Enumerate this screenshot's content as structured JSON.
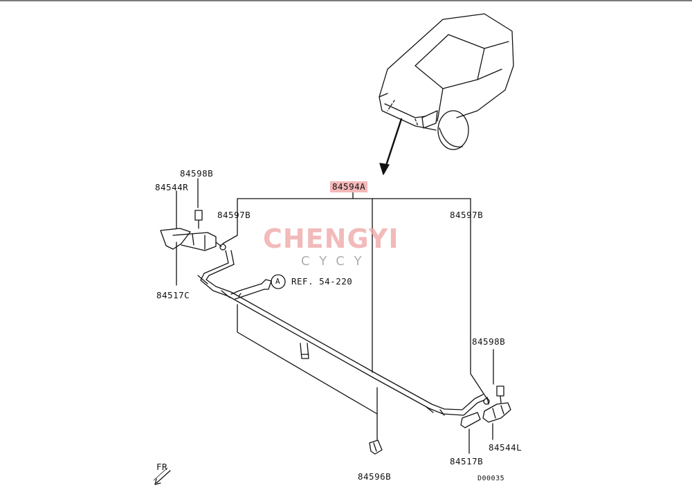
{
  "parts": {
    "p84594A": "84594A",
    "p84598B_left": "84598B",
    "p84544R": "84544R",
    "p84597B_left": "84597B",
    "p84597B_right": "84597B",
    "p84517C": "84517C",
    "p84598B_right": "84598B",
    "p84544L": "84544L",
    "p84517B": "84517B",
    "p84596B": "84596B"
  },
  "reference": {
    "circle_letter": "A",
    "text": "REF. 54-220"
  },
  "direction": {
    "label": "FR"
  },
  "diagram_code": "D00035",
  "watermark": {
    "main": "CHENGYI",
    "sub": "CYCY"
  },
  "colors": {
    "highlight": "#f4b8b8",
    "watermark": "#f0aaaa",
    "line": "#111111"
  }
}
